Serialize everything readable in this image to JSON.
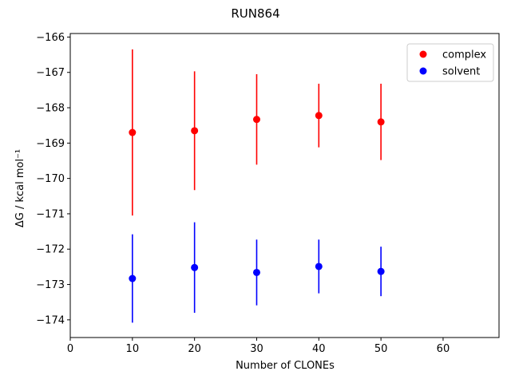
{
  "chart_data": {
    "type": "scatter",
    "title": "RUN864",
    "xlabel": "Number of CLONEs",
    "ylabel": "ΔG / kcal mol⁻¹",
    "xlim": [
      0,
      69
    ],
    "ylim": [
      -174.5,
      -165.9
    ],
    "xticks": [
      0,
      10,
      20,
      30,
      40,
      50,
      60
    ],
    "yticks": [
      -174,
      -173,
      -172,
      -171,
      -170,
      -169,
      -168,
      -167,
      -166
    ],
    "grid": false,
    "legend_position": "top-right",
    "series": [
      {
        "name": "complex",
        "color": "#ff0000",
        "x": [
          10,
          20,
          30,
          40,
          50
        ],
        "y": [
          -168.7,
          -168.65,
          -168.33,
          -168.22,
          -168.4
        ],
        "err": [
          2.35,
          1.68,
          1.28,
          0.9,
          1.08
        ]
      },
      {
        "name": "solvent",
        "color": "#0000ff",
        "x": [
          10,
          20,
          30,
          40,
          50
        ],
        "y": [
          -172.83,
          -172.52,
          -172.66,
          -172.49,
          -172.63
        ],
        "err": [
          1.25,
          1.28,
          0.93,
          0.76,
          0.7
        ]
      }
    ]
  }
}
